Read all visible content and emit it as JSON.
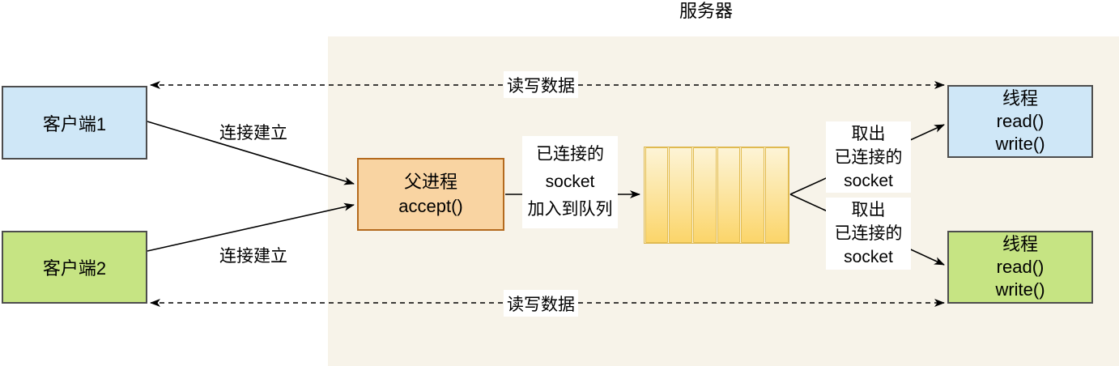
{
  "title": "服务器",
  "palette": {
    "server_panel_bg": "#f7f3e9",
    "client_blue_fill": "#cfe7f7",
    "client_green_fill": "#c6e483",
    "process_orange_fill": "#f9d4a2",
    "process_orange_border": "#b46a1e",
    "queue_gradient_top": "#fdf4d6",
    "queue_gradient_bottom": "#fbd56a",
    "queue_border": "#ddb74e",
    "box_border": "#4d4d4d",
    "line_color": "#000000"
  },
  "nodes": {
    "client1": {
      "label": "客户端1"
    },
    "client2": {
      "label": "客户端2"
    },
    "parent_process": {
      "lines": [
        "父进程",
        "accept()"
      ]
    },
    "queue": {
      "cells": 6
    },
    "thread1": {
      "lines": [
        "线程",
        "read()",
        "write()"
      ]
    },
    "thread2": {
      "lines": [
        "线程",
        "read()",
        "write()"
      ]
    }
  },
  "edges": {
    "connect1": {
      "label": "连接建立"
    },
    "connect2": {
      "label": "连接建立"
    },
    "rw_top": {
      "label": "读写数据"
    },
    "rw_bottom": {
      "label": "读写数据"
    },
    "enqueue": {
      "lines": [
        "已连接的",
        "socket",
        "加入到队列"
      ]
    },
    "dequeue_top": {
      "lines": [
        "取出",
        "已连接的",
        "socket"
      ]
    },
    "dequeue_bottom": {
      "lines": [
        "取出",
        "已连接的",
        "socket"
      ]
    }
  }
}
